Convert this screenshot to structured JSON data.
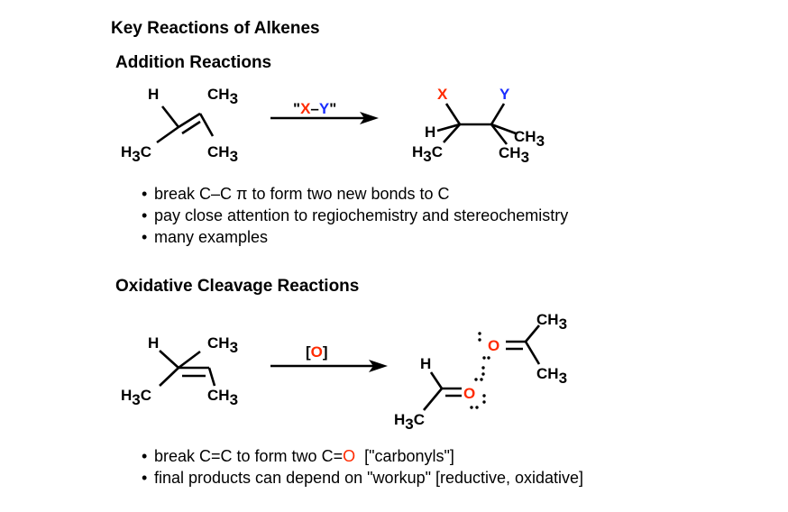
{
  "title": "Key Reactions of Alkenes",
  "addition": {
    "heading": "Addition Reactions",
    "reagent": {
      "open": "\"",
      "x": "X",
      "dash": "–",
      "y": "Y",
      "close": "\""
    },
    "product_x": "X",
    "product_y": "Y",
    "bullets": [
      "break C–C π to form two new bonds to C",
      "pay close attention to regiochemistry and stereochemistry",
      "many examples"
    ]
  },
  "cleavage": {
    "heading": "Oxidative Cleavage Reactions",
    "reagent": {
      "open": "[",
      "o": "O",
      "close": "]"
    },
    "product_o": "O",
    "bullets": [
      {
        "before": "break C=C to form two C=",
        "red": "O",
        "after": "  [\"carbonyls\"]"
      },
      {
        "text": "final products can depend on \"workup\" [reductive, oxidative]"
      }
    ]
  },
  "labels": {
    "H": "H",
    "CH": "CH",
    "H3C_H": "H",
    "C": "C",
    "sub3": "3"
  },
  "colors": {
    "x_red": "#ff2a00",
    "y_blue": "#1a2eff",
    "oxygen_red": "#ff2a00"
  }
}
